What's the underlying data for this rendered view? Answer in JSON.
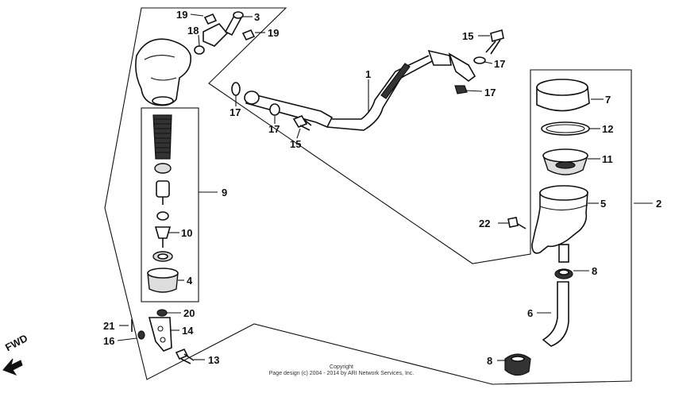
{
  "diagram": {
    "direction_label": "FWD",
    "copyright_line1": "Copyright",
    "copyright_line2": "Page design (c) 2004 - 2014 by ARI Network Services, Inc.",
    "callouts": {
      "c1": "1",
      "c2": "2",
      "c3": "3",
      "c4": "4",
      "c5": "5",
      "c6": "6",
      "c7": "7",
      "c8a": "8",
      "c8b": "8",
      "c9": "9",
      "c10": "10",
      "c11": "11",
      "c12": "12",
      "c13": "13",
      "c14": "14",
      "c15a": "15",
      "c15b": "15",
      "c16": "16",
      "c17a": "17",
      "c17b": "17",
      "c17c": "17",
      "c17d": "17",
      "c18": "18",
      "c19a": "19",
      "c19b": "19",
      "c20": "20",
      "c21": "21",
      "c22": "22"
    }
  }
}
